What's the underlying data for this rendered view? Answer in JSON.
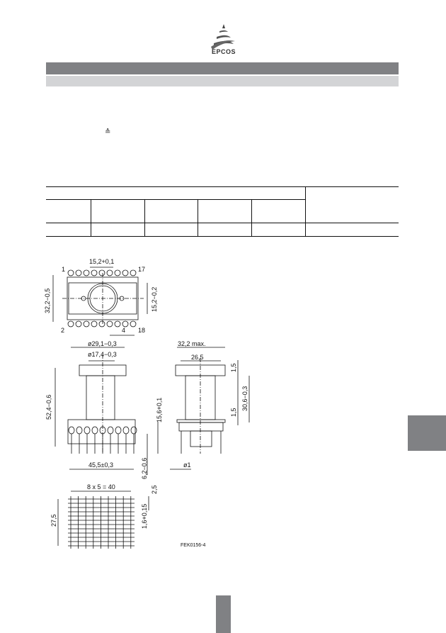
{
  "brand": {
    "logo_text": "EPCOS"
  },
  "symbols": {
    "corresponds": "≙"
  },
  "drawing": {
    "top_view": {
      "width_dim": "15,2+0,1",
      "pin_1": "1",
      "pin_17": "17",
      "pin_2": "2",
      "pin_18": "18",
      "height_dim": "32,2−0,5",
      "inner_dim": "15,2−0,2",
      "pitch": "4"
    },
    "front_view": {
      "flange_dia": "ø29,1−0,3",
      "core_dia": "ø17,4−0,3",
      "height": "52,4−0,6",
      "base_height": "15,6+0,1",
      "width": "45,5±0,3",
      "pin_len": "6,2−0,6"
    },
    "side_view": {
      "max_width": "32,2 max.",
      "inner_width": "26,5",
      "flange_t1": "1,5",
      "height": "30,6−0,3",
      "flange_t2": "1,5",
      "pin_dia": "ø1"
    },
    "pcb_layout": {
      "pitch_total": "8 x 5 = 40",
      "offset": "2,5",
      "row_distance": "27,5",
      "hole_dia": "1,6+0,15"
    },
    "figure_id": "FEK0156-4"
  }
}
